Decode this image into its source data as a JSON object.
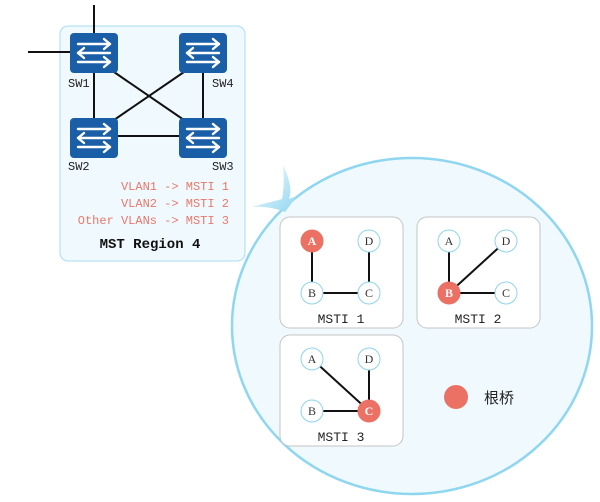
{
  "region": {
    "title": "MST Region 4",
    "switches": [
      {
        "id": "sw1",
        "label": "SW1"
      },
      {
        "id": "sw2",
        "label": "SW2"
      },
      {
        "id": "sw3",
        "label": "SW3"
      },
      {
        "id": "sw4",
        "label": "SW4"
      }
    ],
    "mappings": [
      "VLAN1 -> MSTI 1",
      "VLAN2 -> MSTI 2",
      "Other VLANs -> MSTI 3"
    ]
  },
  "instances": [
    {
      "label": "MSTI 1",
      "root": "A",
      "nodes": [
        "A",
        "B",
        "C",
        "D"
      ],
      "links": [
        [
          "A",
          "B"
        ],
        [
          "B",
          "C"
        ],
        [
          "C",
          "D"
        ]
      ]
    },
    {
      "label": "MSTI 2",
      "root": "B",
      "nodes": [
        "A",
        "B",
        "C",
        "D"
      ],
      "links": [
        [
          "A",
          "B"
        ],
        [
          "B",
          "C"
        ],
        [
          "B",
          "D"
        ]
      ]
    },
    {
      "label": "MSTI 3",
      "root": "C",
      "nodes": [
        "A",
        "B",
        "C",
        "D"
      ],
      "links": [
        [
          "A",
          "C"
        ],
        [
          "B",
          "C"
        ],
        [
          "C",
          "D"
        ]
      ]
    }
  ],
  "legend": {
    "label": "根桥",
    "meaning": "root-bridge"
  },
  "colors": {
    "root": "#ea7164",
    "switch": "#1a5ea8",
    "region_border": "#a9ddf2",
    "node_border": "#8fd3ef",
    "circle_border": "#8fd6f0"
  }
}
